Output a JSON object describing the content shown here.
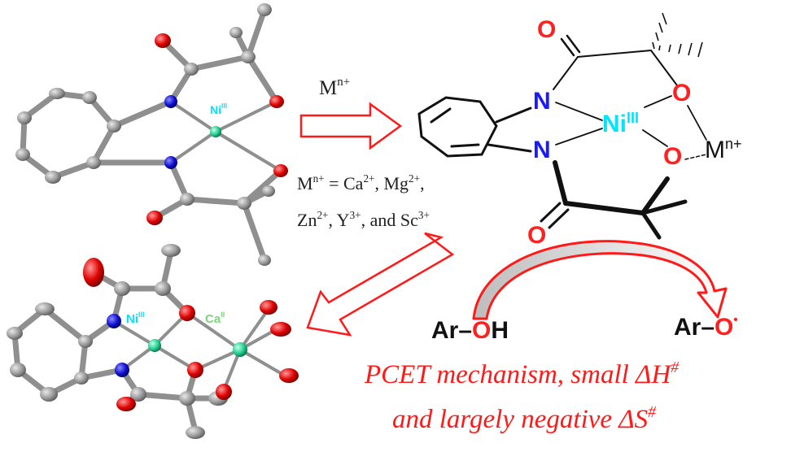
{
  "structure_top_left": {
    "ni_symbol": "Ni",
    "ni_ox": "III"
  },
  "arrow_label": {
    "m": "M",
    "charge": "n+"
  },
  "chem_structure": {
    "o_top": "O",
    "o_right_upper": "O",
    "o_right_lower": "O",
    "o_bottom": "O",
    "n_upper": "N",
    "n_lower": "N",
    "ni_symbol": "Ni",
    "ni_ox": "III",
    "m_symbol": "M",
    "m_charge": "n+"
  },
  "metal_list": {
    "line1_prefix": "M",
    "line1_prefix_charge": "n+",
    "line1_eq": " = Ca",
    "line1_ca_charge": "2+",
    "line1_mg": ", Mg",
    "line1_mg_charge": "2+",
    "line1_end": ",",
    "line2_zn": "Zn",
    "line2_zn_charge": "2+",
    "line2_y": ", Y",
    "line2_y_charge": "3+",
    "line2_sc": ", and Sc",
    "line2_sc_charge": "3+"
  },
  "structure_bottom_left": {
    "ni_symbol": "Ni",
    "ni_ox": "III",
    "ca_symbol": "Ca",
    "ca_ox": "II"
  },
  "reaction": {
    "reactant_ar": "Ar–",
    "reactant_o": "O",
    "reactant_h": "H",
    "product_ar": "Ar–",
    "product_o": "O",
    "product_dot": "•"
  },
  "caption": {
    "line1_text": "PCET mechanism, small Δ",
    "line1_var": "H",
    "line1_sup": "#",
    "line2_text": "and largely negative Δ",
    "line2_var": "S",
    "line2_sup": "#"
  },
  "colors": {
    "nickel": "#00e5ff",
    "calcium": "#7fd37f",
    "nitrogen": "#1a1aff",
    "oxygen": "#ff2020",
    "arrow_red": "#ff1a1a",
    "bond_grey": "#9a9a9a"
  }
}
